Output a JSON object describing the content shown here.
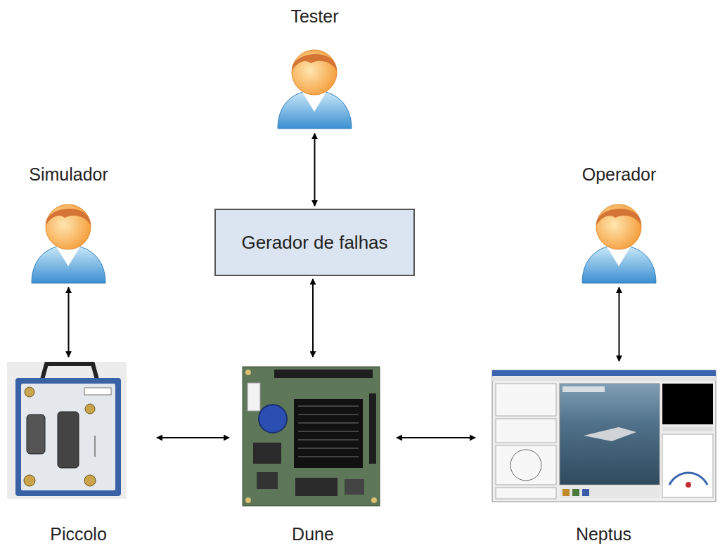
{
  "diagram": {
    "nodes": [
      {
        "text": [
          "Tester"
        ]
      },
      {
        "text": [
          "Simulador"
        ]
      },
      {
        "text": [
          "Operador"
        ]
      },
      {
        "text": [
          "Gerador de falhas"
        ]
      },
      {
        "text": [
          "Piccolo"
        ]
      },
      {
        "text": [
          "Dune"
        ]
      },
      {
        "text": [
          "Neptus"
        ]
      }
    ],
    "edges": [
      {
        "from": 0,
        "to": 3,
        "arrow": "both"
      },
      {
        "from": 3,
        "to": 5,
        "arrow": "both"
      },
      {
        "from": 1,
        "to": 4,
        "arrow": "both"
      },
      {
        "from": 2,
        "to": 6,
        "arrow": "both"
      },
      {
        "from": 4,
        "to": 5,
        "arrow": "both"
      },
      {
        "from": 5,
        "to": 6,
        "arrow": "both"
      }
    ]
  }
}
